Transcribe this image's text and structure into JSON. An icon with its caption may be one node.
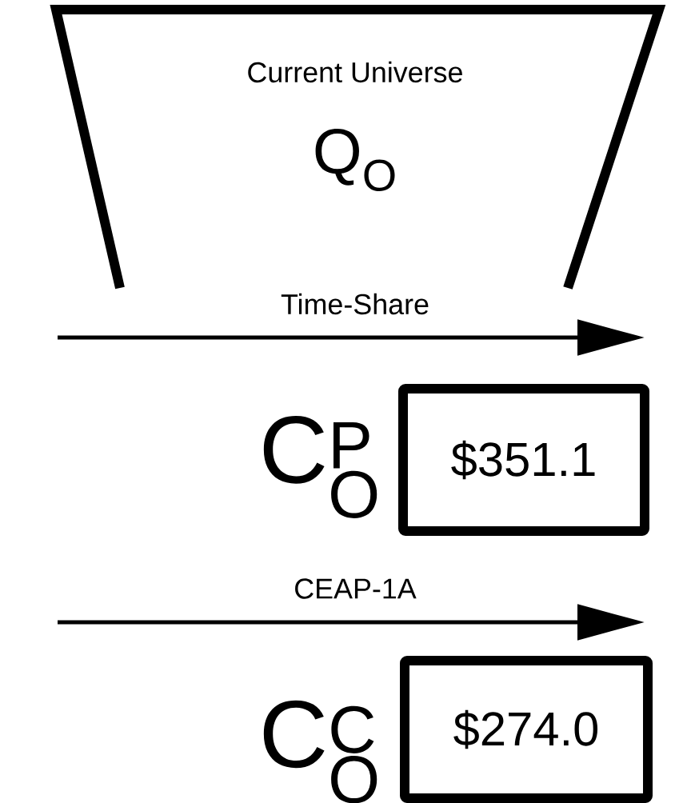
{
  "diagram": {
    "nodes": [
      {
        "text": [
          "Current Universe",
          "\\mathrm{Q}_{\\mathrm{O}}"
        ]
      },
      {
        "text": [
          "$351.1"
        ],
        "beside": [
          "\\mathrm{C}_{\\mathrm{O}}^{\\mathrm{P}}"
        ]
      },
      {
        "text": [
          "$274.0"
        ],
        "beside": [
          "\\mathrm{C}_{\\mathrm{O}}^{\\mathrm{C}}"
        ]
      }
    ],
    "labels": [
      "Time-Share",
      "CEAP-1A"
    ]
  }
}
